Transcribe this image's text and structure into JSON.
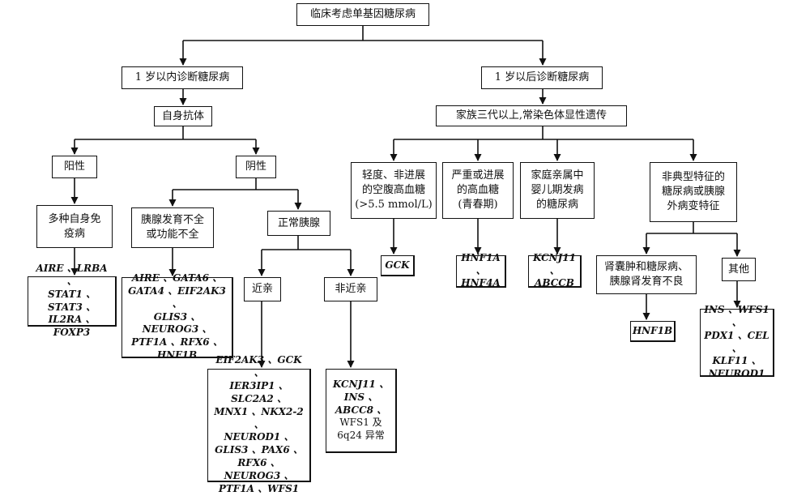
{
  "root": "临床考虑单基因糖尿病",
  "before_1y": {
    "title": "1 岁以内诊断糖尿病",
    "autoantibody": "自身抗体",
    "positive": {
      "label": "阳性",
      "condition": [
        "多种自身免",
        "疫病"
      ],
      "genes": [
        "AIRE 、LRBA 、",
        "STAT1 、STAT3 、",
        "IL2RA 、FOXP3"
      ]
    },
    "negative": {
      "label": "阴性",
      "pancreas_defect": [
        "胰腺发育不全",
        "或功能不全"
      ],
      "pancreas_defect_genes": [
        "AIRE 、GATA6 、",
        "GATA4 、EIF2AK3 、",
        "GLIS3 、NEUROG3 、",
        "PTF1A 、RFX6 、",
        "HNF1B"
      ],
      "normal_pancreas": "正常胰腺",
      "consanguineous": {
        "label": "近亲",
        "genes": [
          "EIF2AK3 、GCK 、",
          "IER3IP1 、SLC2A2 、",
          "MNX1 、NKX2-2 、",
          "NEUROD1 、",
          "GLIS3 、PAX6 、",
          "RFX6 、NEUROG3 、",
          "PTF1A 、WFS1"
        ]
      },
      "non_consanguineous": {
        "label": "非近亲",
        "genes": [
          "KCNJ11 、",
          "INS 、",
          "ABCC8 、"
        ],
        "gene_extra": [
          "WFS1 及",
          "6q24 异常"
        ]
      }
    }
  },
  "after_1y": {
    "title": "1 岁以后诊断糖尿病",
    "family": "家族三代以上,常染色体显性遗传",
    "mild": {
      "text": [
        "轻度、非进展",
        "的空腹高血糖",
        "(>5.5 mmol/L)"
      ],
      "genes": "GCK"
    },
    "severe": {
      "text": [
        "严重或进展",
        "的高血糖",
        "(青春期)"
      ],
      "genes": [
        "HNF1A 、",
        "HNF4A"
      ]
    },
    "infant": {
      "text": [
        "家庭亲属中",
        "婴儿期发病",
        "的糖尿病"
      ],
      "genes": [
        "KCNJ11 、",
        "ABCCB"
      ]
    },
    "atypical": {
      "text": [
        "非典型特征的",
        "糖尿病或胰腺",
        "外病变特征"
      ],
      "renal": {
        "text": [
          "肾囊肿和糖尿病、",
          "胰腺肾发育不良"
        ],
        "genes": "HNF1B"
      },
      "other": {
        "label": "其他",
        "genes": [
          "INS 、WFS1 、",
          "PDX1 、CEL 、",
          "KLF11 、",
          "NEUROD1"
        ]
      }
    }
  }
}
